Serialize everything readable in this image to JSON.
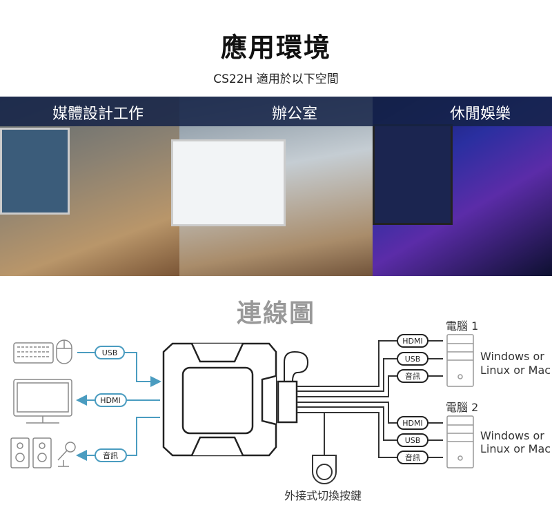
{
  "header": {
    "title": "應用環境",
    "subtitle": "CS22H 適用於以下空間"
  },
  "banner": {
    "labels": [
      "媒體設計工作",
      "辦公室",
      "休閒娛樂"
    ]
  },
  "diagram": {
    "title": "連線圖",
    "left_ports": {
      "usb": "USB",
      "hdmi": "HDMI",
      "audio": "音訊"
    },
    "computers": [
      {
        "name": "電腦 1",
        "os_line1": "Windows or",
        "os_line2": "Linux or Mac",
        "ports": [
          "HDMI",
          "USB",
          "音訊"
        ]
      },
      {
        "name": "電腦 2",
        "os_line1": "Windows or",
        "os_line2": "Linux or Mac",
        "ports": [
          "HDMI",
          "USB",
          "音訊"
        ]
      }
    ],
    "switch_label": "外接式切換按鍵"
  },
  "colors": {
    "accent_blue": "#4a9cc0",
    "line_dark": "#333333",
    "icon_gray": "#888888"
  }
}
